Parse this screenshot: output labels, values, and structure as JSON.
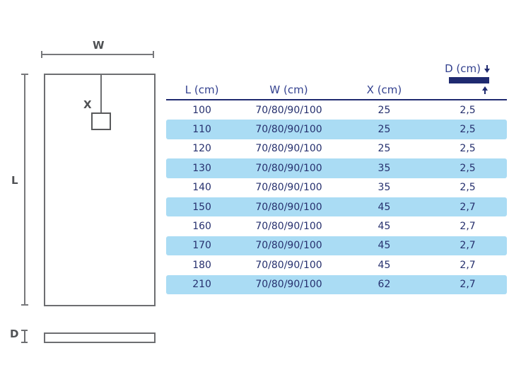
{
  "diagram": {
    "width_label": "W",
    "length_label": "L",
    "drain_label": "X",
    "depth_label": "D"
  },
  "table": {
    "headers": {
      "l": "L (cm)",
      "w": "W (cm)",
      "x": "X (cm)",
      "d": "D (cm)"
    },
    "rows": [
      {
        "l": "100",
        "w": "70/80/90/100",
        "x": "25",
        "d": "2,5"
      },
      {
        "l": "110",
        "w": "70/80/90/100",
        "x": "25",
        "d": "2,5"
      },
      {
        "l": "120",
        "w": "70/80/90/100",
        "x": "25",
        "d": "2,5"
      },
      {
        "l": "130",
        "w": "70/80/90/100",
        "x": "35",
        "d": "2,5"
      },
      {
        "l": "140",
        "w": "70/80/90/100",
        "x": "35",
        "d": "2,5"
      },
      {
        "l": "150",
        "w": "70/80/90/100",
        "x": "45",
        "d": "2,7"
      },
      {
        "l": "160",
        "w": "70/80/90/100",
        "x": "45",
        "d": "2,7"
      },
      {
        "l": "170",
        "w": "70/80/90/100",
        "x": "45",
        "d": "2,7"
      },
      {
        "l": "180",
        "w": "70/80/90/100",
        "x": "45",
        "d": "2,7"
      },
      {
        "l": "210",
        "w": "70/80/90/100",
        "x": "62",
        "d": "2,7"
      }
    ]
  },
  "colors": {
    "row_highlight": "#aadcf4",
    "table_text": "#26306e",
    "header_text": "#33418f",
    "header_rule": "#1f2a70",
    "diagram_line": "#6d6e71",
    "diagram_label": "#4f5154"
  }
}
